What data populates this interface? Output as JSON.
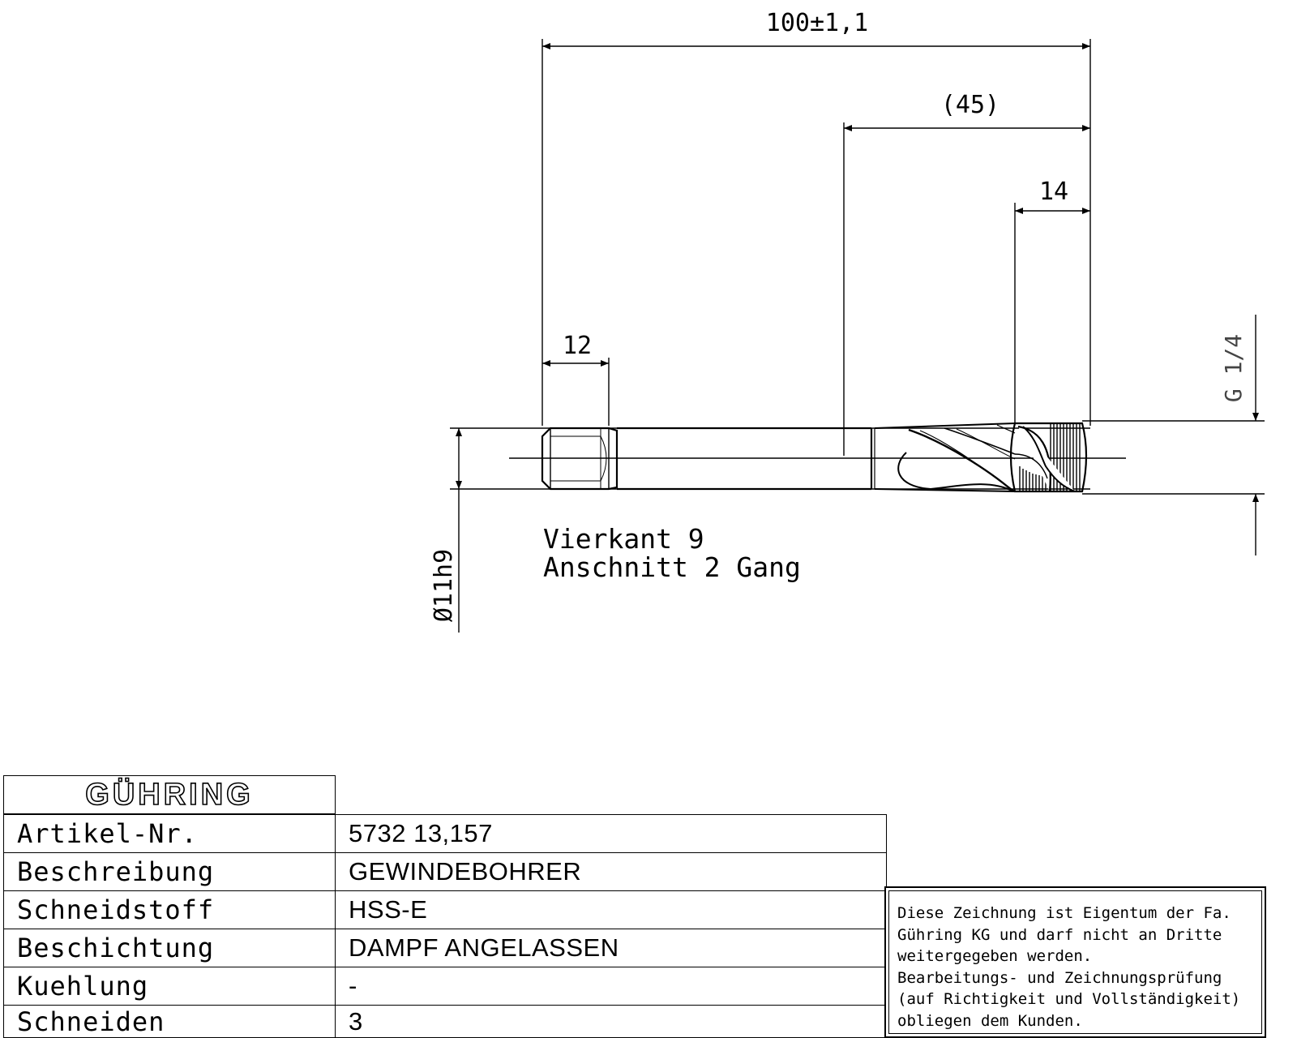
{
  "drawing": {
    "dimensions": {
      "overall_length": "100±1,1",
      "thread_length": "(45)",
      "chamfer_length": "14",
      "square_length": "12",
      "shank_diameter": "Ø11h9",
      "thread_size": "G 1/4"
    },
    "notes": {
      "line1": "Vierkant 9",
      "line2": "Anschnitt 2 Gang"
    }
  },
  "title_block": {
    "logo": "GÜHRING",
    "rows": [
      {
        "label": "Artikel-Nr.",
        "value": "5732 13,157"
      },
      {
        "label": "Beschreibung",
        "value": "GEWINDEBOHRER"
      },
      {
        "label": "Schneidstoff",
        "value": "HSS-E"
      },
      {
        "label": "Beschichtung",
        "value": "DAMPF ANGELASSEN"
      },
      {
        "label": "Kuehlung",
        "value": "-"
      },
      {
        "label": "Schneiden",
        "value": "3"
      }
    ]
  },
  "disclaimer": {
    "lines": [
      "Diese Zeichnung ist Eigentum der Fa.",
      "Gühring KG und darf nicht an Dritte",
      "weitergegeben werden.",
      "Bearbeitungs- und Zeichnungsprüfung",
      "(auf Richtigkeit und Vollständigkeit)",
      "obliegen dem Kunden."
    ]
  }
}
